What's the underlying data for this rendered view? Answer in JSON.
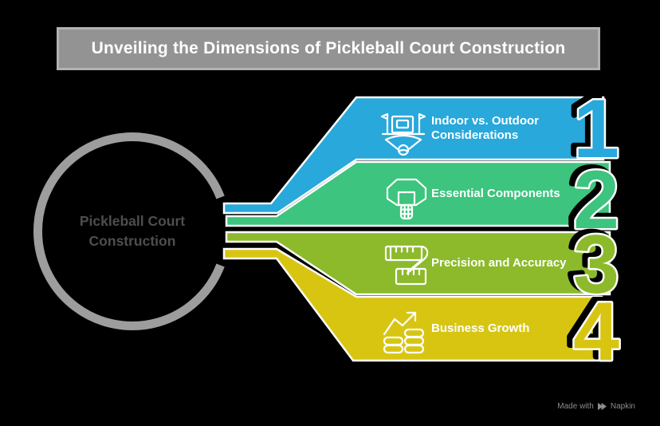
{
  "title": {
    "text": "Unveiling the Dimensions of Pickleball Court Construction"
  },
  "center": {
    "label": "Pickleball Court Construction"
  },
  "steps": [
    {
      "number": "1",
      "label": "Indoor vs. Outdoor\nConsiderations",
      "color": "#28A8DB",
      "icon": "court-scoreboard-icon"
    },
    {
      "number": "2",
      "label": "Essential Components",
      "color": "#3DC47E",
      "icon": "basketball-hoop-icon"
    },
    {
      "number": "3",
      "label": "Precision and Accuracy",
      "color": "#8CBA2B",
      "icon": "measuring-tape-icon"
    },
    {
      "number": "4",
      "label": "Business Growth",
      "color": "#D8C512",
      "icon": "growth-chart-icon"
    }
  ],
  "footer": {
    "made_with": "Made with",
    "brand": "Napkin"
  },
  "colors": {
    "background": "#000000",
    "ring": "#9D9D9D",
    "title_fill": "#939393",
    "title_border": "#B2B2B2",
    "center_text": "#4E4E4E",
    "label_text": "#FFFFFF",
    "footer_text": "#8D8D8D"
  }
}
